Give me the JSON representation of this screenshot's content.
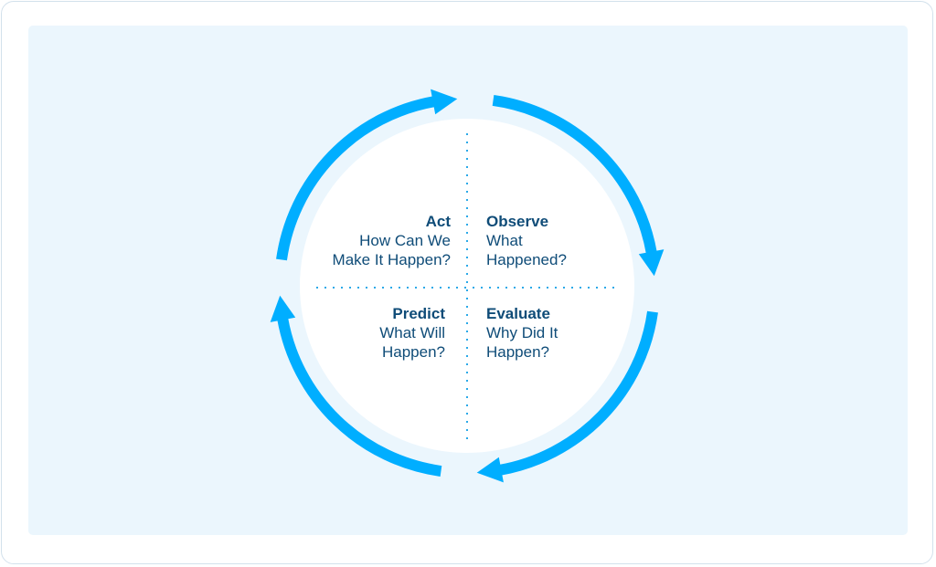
{
  "diagram": {
    "colors": {
      "arrow": "#00aeff",
      "divider": "#2ba9e8",
      "text": "#0f4c78",
      "panel": "#ebf6fd",
      "circle": "#ffffff"
    },
    "quadrants": [
      {
        "id": "act",
        "title": "Act",
        "subtitle": "How Can We\nMake It Happen?",
        "position": "top-left"
      },
      {
        "id": "observe",
        "title": "Observe",
        "subtitle": "What\nHappened?",
        "position": "top-right"
      },
      {
        "id": "predict",
        "title": "Predict",
        "subtitle": "What Will\nHappen?",
        "position": "bottom-left"
      },
      {
        "id": "evaluate",
        "title": "Evaluate",
        "subtitle": "Why Did It\nHappen?",
        "position": "bottom-right"
      }
    ],
    "cycle_direction": "clockwise",
    "arrow_count": 4
  }
}
